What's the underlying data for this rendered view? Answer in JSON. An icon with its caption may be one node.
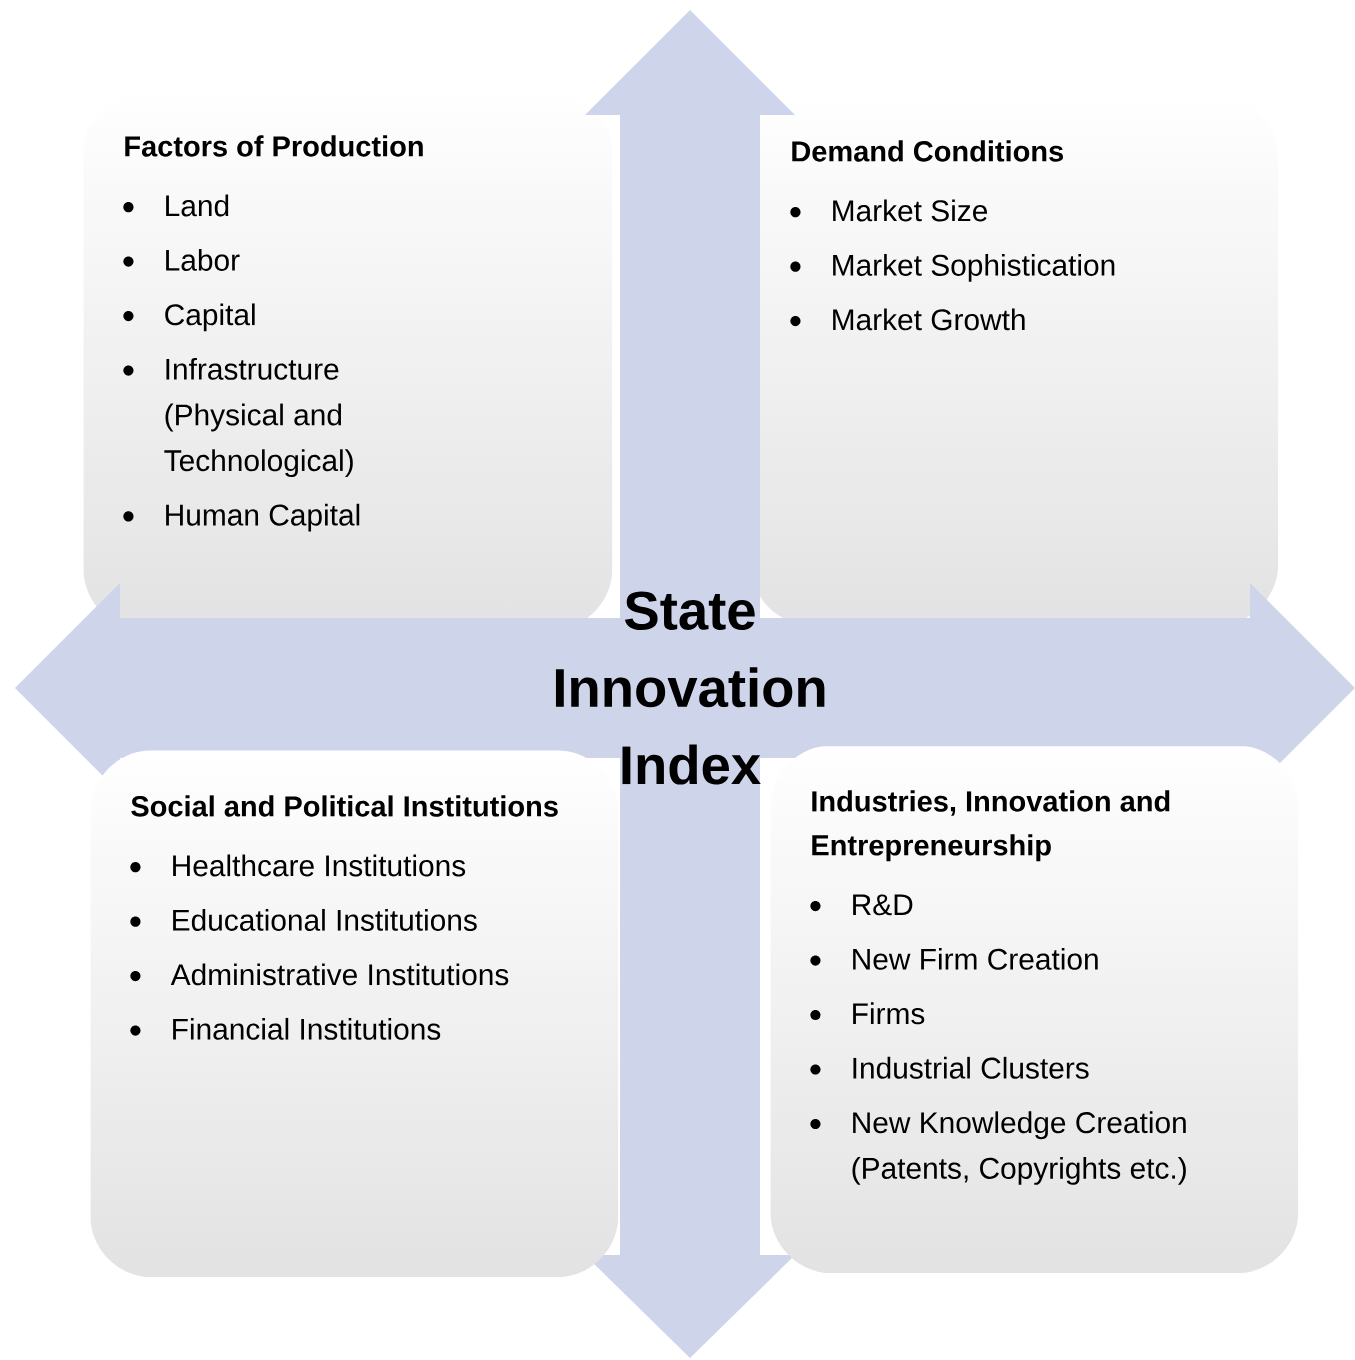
{
  "diagram": {
    "nodes": [
      {
        "text": [
          "Factors of Production",
          "Land",
          "Labor",
          "Capital",
          "Infrastructure (Physical and Technological)",
          "Human Capital"
        ]
      },
      {
        "text": [
          "Demand Conditions",
          "Market Size",
          "Market Sophistication",
          "Market Growth"
        ]
      },
      {
        "text": [
          "State Innovation Index"
        ]
      },
      {
        "text": [
          "Social and Political Institutions",
          "Healthcare Institutions",
          "Educational Institutions",
          "Administrative Institutions",
          "Financial Institutions"
        ]
      },
      {
        "text": [
          "Industries, Innovation and Entrepreneurship",
          "R&D",
          "New Firm Creation",
          "Firms",
          "Industrial Clusters",
          "New Knowledge Creation (Patents, Copyrights etc.)"
        ]
      }
    ]
  }
}
